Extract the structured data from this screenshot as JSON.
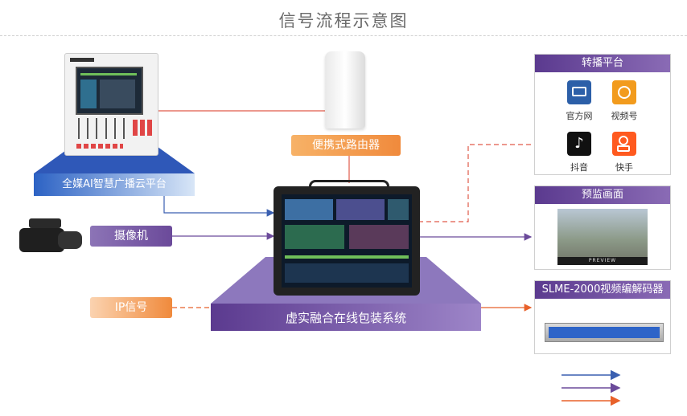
{
  "title": "信号流程示意图",
  "nodes": {
    "platform": "全媒AI智慧广播云平台",
    "router": "便携式路由器",
    "camera": "摄像机",
    "ip_signal": "IP信号",
    "virtual_system": "虚实融合在线包装系统"
  },
  "panels": {
    "rebroadcast": {
      "title": "转播平台",
      "items": [
        {
          "label": "官方网",
          "icon": "website-icon",
          "color": "#2c5fa8"
        },
        {
          "label": "视频号",
          "icon": "wechat-channels-icon",
          "color": "#f29b1d"
        },
        {
          "label": "抖音",
          "icon": "douyin-icon",
          "color": "#111111"
        },
        {
          "label": "快手",
          "icon": "kuaishou-icon",
          "color": "#ff5a1f"
        }
      ]
    },
    "preview": {
      "title": "预监画面",
      "screen_text": "PREVIEW"
    },
    "decoder": {
      "title": "SLME-2000视频编解码器"
    }
  },
  "colors": {
    "blue_line": "#3a5fb0",
    "purple_line": "#6b4a9a",
    "orange_line": "#e8612a",
    "red_line": "#e05a4a"
  }
}
